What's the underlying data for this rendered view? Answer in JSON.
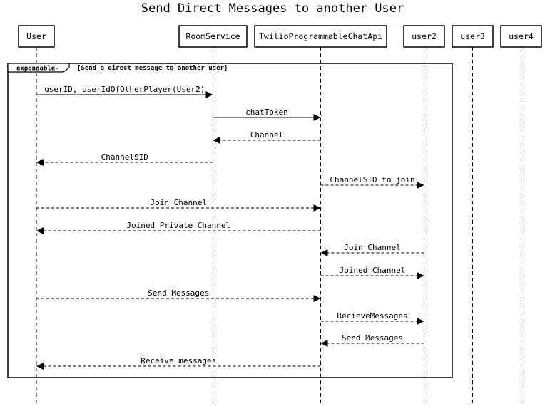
{
  "title": "Send Direct Messages to another User",
  "participants": [
    {
      "id": "user",
      "label": "User"
    },
    {
      "id": "roomservice",
      "label": "RoomService"
    },
    {
      "id": "twilio",
      "label": "TwilioProgrammableChatApi"
    },
    {
      "id": "user2",
      "label": "user2"
    },
    {
      "id": "user3",
      "label": "user3"
    },
    {
      "id": "user4",
      "label": "user4"
    }
  ],
  "fragment": {
    "tag": "expandable-",
    "condition": "[Send a direct message to another user]"
  },
  "messages": [
    {
      "from": "user",
      "to": "roomservice",
      "label": "userID, userIdOfOtherPlayer(User2)",
      "dashed": false
    },
    {
      "from": "roomservice",
      "to": "twilio",
      "label": "chatToken",
      "dashed": false
    },
    {
      "from": "twilio",
      "to": "roomservice",
      "label": "Channel",
      "dashed": true
    },
    {
      "from": "roomservice",
      "to": "user",
      "label": "ChannelSID",
      "dashed": true
    },
    {
      "from": "twilio",
      "to": "user2",
      "label": "ChannelSID to join",
      "dashed": true
    },
    {
      "from": "user",
      "to": "twilio",
      "label": "Join Channel",
      "dashed": true
    },
    {
      "from": "twilio",
      "to": "user",
      "label": "Joined Private Channel",
      "dashed": true
    },
    {
      "from": "user2",
      "to": "twilio",
      "label": "Join Channel",
      "dashed": true
    },
    {
      "from": "twilio",
      "to": "user2",
      "label": "Joined Channel",
      "dashed": true
    },
    {
      "from": "user",
      "to": "twilio",
      "label": "Send Messages",
      "dashed": true
    },
    {
      "from": "twilio",
      "to": "user2",
      "label": "RecieveMessages",
      "dashed": true
    },
    {
      "from": "user2",
      "to": "twilio",
      "label": "Send Messages",
      "dashed": true
    },
    {
      "from": "twilio",
      "to": "user",
      "label": "Receive messages",
      "dashed": true
    }
  ]
}
